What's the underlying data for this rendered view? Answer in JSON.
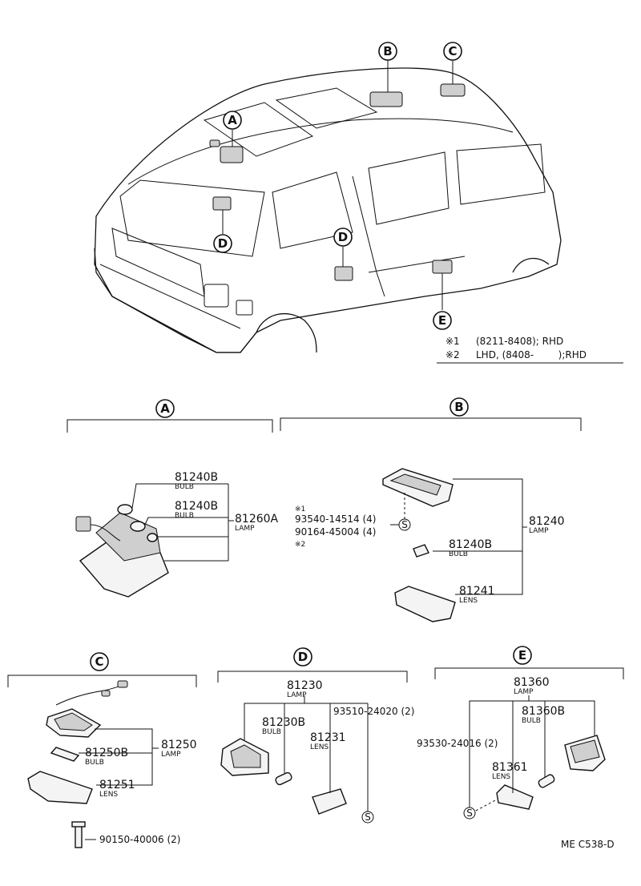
{
  "callouts": {
    "a": "A",
    "b": "B",
    "c": "C",
    "d": "D",
    "e": "E"
  },
  "notes": {
    "n1_mark": "※1",
    "n1_text": "(8211-8408); RHD",
    "n2_mark": "※2",
    "n2_text": "LHD, (8408-        );RHD"
  },
  "section_a": {
    "bulb1_num": "81240B",
    "bulb1_label": "BULB",
    "bulb2_num": "81240B",
    "bulb2_label": "BULB",
    "lamp_num": "81260A",
    "lamp_label": "LAMP"
  },
  "section_b": {
    "note1": "※1",
    "screw1": "93540-14514 (4)",
    "screw2": "90164-45004 (4)",
    "note2": "※2",
    "screw_symbol": "S",
    "lamp_num": "81240",
    "lamp_label": "LAMP",
    "bulb_num": "81240B",
    "bulb_label": "BULB",
    "lens_num": "81241",
    "lens_label": "LENS"
  },
  "section_c": {
    "lamp_num": "81250",
    "lamp_label": "LAMP",
    "bulb_num": "81250B",
    "bulb_label": "BULB",
    "lens_num": "81251",
    "lens_label": "LENS",
    "bolt": "90150-40006 (2)"
  },
  "section_d": {
    "lamp_num": "81230",
    "lamp_label": "LAMP",
    "bulb_num": "81230B",
    "bulb_label": "BULB",
    "lens_num": "81231",
    "lens_label": "LENS",
    "screw": "93510-24020 (2)",
    "screw_symbol": "S"
  },
  "section_e": {
    "lamp_num": "81360",
    "lamp_label": "LAMP",
    "bulb_num": "81360B",
    "bulb_label": "BULB",
    "lens_num": "81361",
    "lens_label": "LENS",
    "screw": "93530-24016 (2)",
    "screw_symbol": "S"
  },
  "footer": {
    "code": "ME C538-D"
  }
}
